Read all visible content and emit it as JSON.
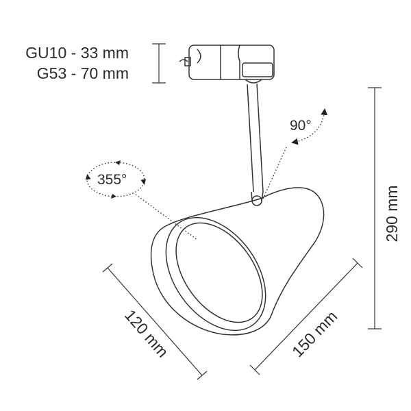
{
  "socket_lengths": {
    "gu10": "GU10 - 33 mm",
    "g53": "G53 - 70 mm"
  },
  "dimensions": {
    "height": "290 mm",
    "width": "150 mm",
    "diameter": "120 mm"
  },
  "angles": {
    "tilt": "90°",
    "rotation": "355°"
  }
}
